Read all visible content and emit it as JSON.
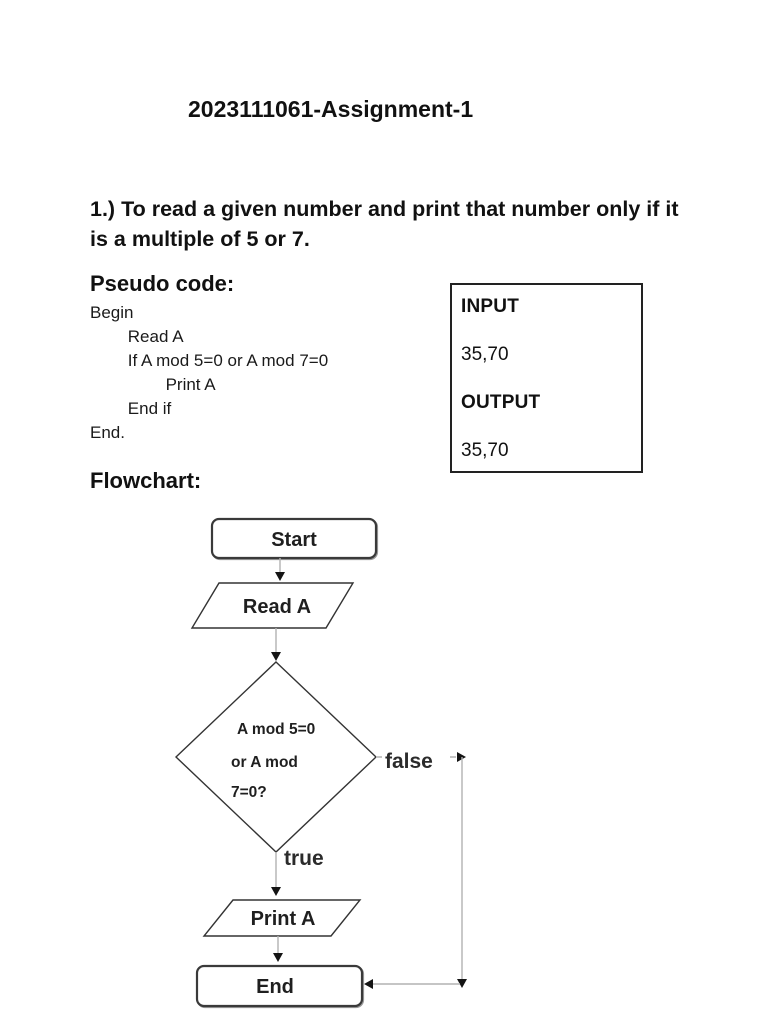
{
  "document": {
    "title": "2023111061-Assignment-1",
    "problem_statement": "1.) To read a given number and print that number only if it is a multiple of 5 or 7.",
    "pseudo_code": {
      "heading": "Pseudo code:",
      "lines": [
        "Begin",
        "        Read A",
        "        If A mod 5=0 or A mod 7=0",
        "                Print A",
        "        End if",
        "End."
      ]
    },
    "io_box": {
      "input_label": "INPUT",
      "input_value": "35,70",
      "output_label": "OUTPUT",
      "output_value": "35,70"
    },
    "flowchart": {
      "heading": "Flowchart:",
      "nodes": {
        "start": "Start",
        "read": "Read A",
        "decision_lines": [
          "A mod 5=0",
          "or A mod",
          "7=0?"
        ],
        "print": "Print A",
        "end": "End"
      },
      "branches": {
        "true_label": "true",
        "false_label": "false"
      }
    }
  },
  "colors": {
    "background": "#ffffff",
    "text": "#111111",
    "shape_stroke": "#333333",
    "connector": "#b2b2b2",
    "arrowhead": "#141414",
    "io_border": "#222222"
  }
}
